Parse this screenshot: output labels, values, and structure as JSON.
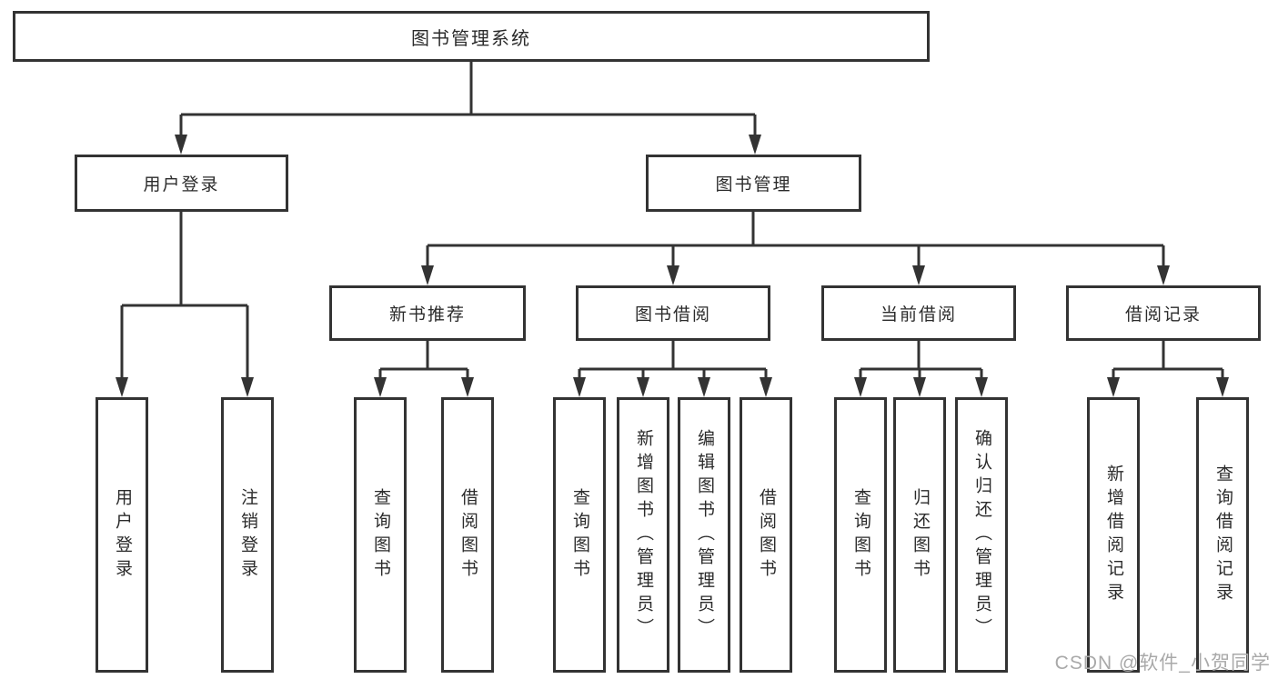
{
  "diagram_title": "图书管理系统",
  "colors": {
    "line": "#333333",
    "text": "#2b2b2b",
    "background": "#ffffff",
    "watermark": "#a9a9a9"
  },
  "tree": {
    "label": "图书管理系统",
    "children": [
      {
        "label": "用户登录",
        "children": [
          {
            "label": "用户登录"
          },
          {
            "label": "注销登录"
          }
        ]
      },
      {
        "label": "图书管理",
        "children": [
          {
            "label": "新书推荐",
            "children": [
              {
                "label": "查询图书"
              },
              {
                "label": "借阅图书"
              }
            ]
          },
          {
            "label": "图书借阅",
            "children": [
              {
                "label": "查询图书"
              },
              {
                "label": "新增图书（管理员）"
              },
              {
                "label": "编辑图书（管理员）"
              },
              {
                "label": "借阅图书"
              }
            ]
          },
          {
            "label": "当前借阅",
            "children": [
              {
                "label": "查询图书"
              },
              {
                "label": "归还图书"
              },
              {
                "label": "确认归还（管理员）"
              }
            ]
          },
          {
            "label": "借阅记录",
            "children": [
              {
                "label": "新增借阅记录"
              },
              {
                "label": "查询借阅记录"
              }
            ]
          }
        ]
      }
    ]
  },
  "watermark": {
    "text": "CSDN @软件_小贺同学"
  }
}
